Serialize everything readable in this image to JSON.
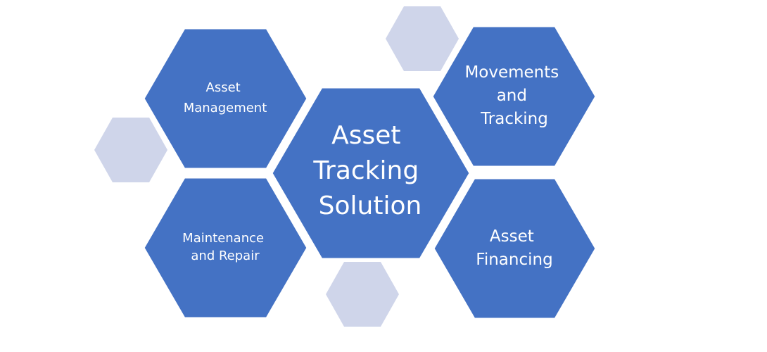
{
  "diagram": {
    "center": {
      "lines": [
        "Asset",
        "Tracking",
        "Solution"
      ]
    },
    "asset_management": {
      "lines": [
        "Asset",
        "Management"
      ]
    },
    "maintenance_repair": {
      "lines": [
        "Maintenance",
        "and Repair"
      ]
    },
    "movements_tracking": {
      "lines": [
        "Movements",
        "and",
        "Tracking"
      ]
    },
    "asset_financing": {
      "lines": [
        "Asset",
        "Financing"
      ]
    }
  },
  "colors": {
    "primary_hex": "#4472c4",
    "decorative_hex": "#cfd5ea",
    "label_text": "#ffffff",
    "background": "#ffffff"
  }
}
